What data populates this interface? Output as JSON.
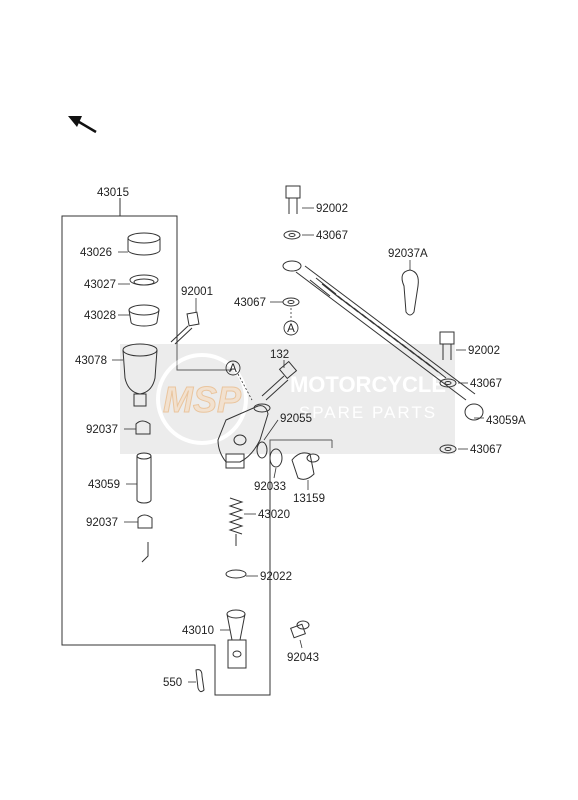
{
  "watermark": {
    "logo_text": "MSP",
    "line1": "MOTORCYCLE",
    "line2": "SPARE PARTS"
  },
  "ref_marker": "A",
  "parts": {
    "p43015": "43015",
    "p43026": "43026",
    "p43027": "43027",
    "p43028": "43028",
    "p92001": "92001",
    "p43078": "43078",
    "p92037a": "92037",
    "p43059": "43059",
    "p92037b": "92037",
    "p92002a": "92002",
    "p43067a": "43067",
    "p92037A": "92037A",
    "p43067b": "43067",
    "p132": "132",
    "p92055": "92055",
    "p92033": "92033",
    "p13159": "13159",
    "p43020": "43020",
    "p92022": "92022",
    "p43010": "43010",
    "p92043": "92043",
    "p550": "550",
    "p92002b": "92002",
    "p43067c": "43067",
    "p43059A": "43059A",
    "p43067d": "43067"
  }
}
